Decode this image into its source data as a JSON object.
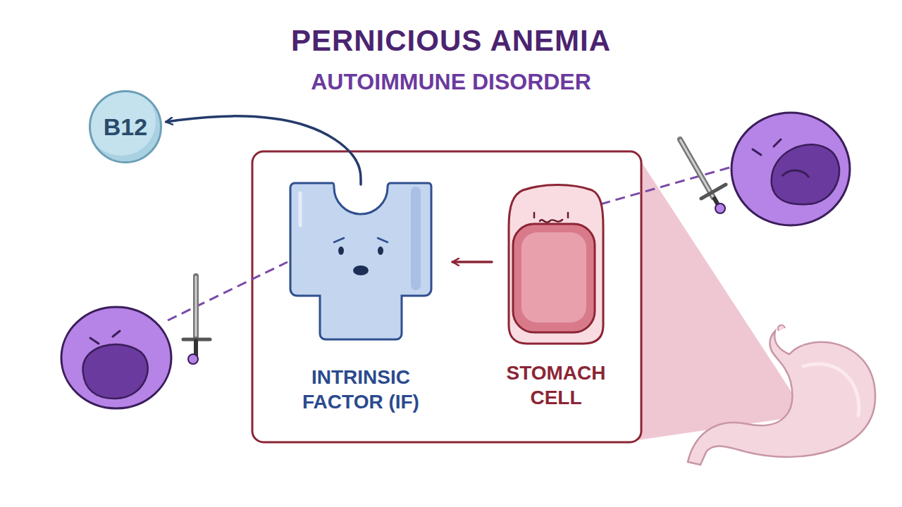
{
  "diagram": {
    "title": "PERNICIOUS ANEMIA",
    "nodes": [
      {
        "text": [
          "B12"
        ]
      },
      {
        "text": [
          "INTRINSIC FACTOR (IF)"
        ]
      },
      {
        "text": [
          "STOMACH CELL"
        ]
      }
    ],
    "edges": [
      {
        "from": 1,
        "to": 0,
        "arrow": "to"
      },
      {
        "from": 2,
        "to": 1,
        "arrow": "to"
      }
    ],
    "labels": [
      "AUTOIMMUNE DISORDER"
    ]
  }
}
